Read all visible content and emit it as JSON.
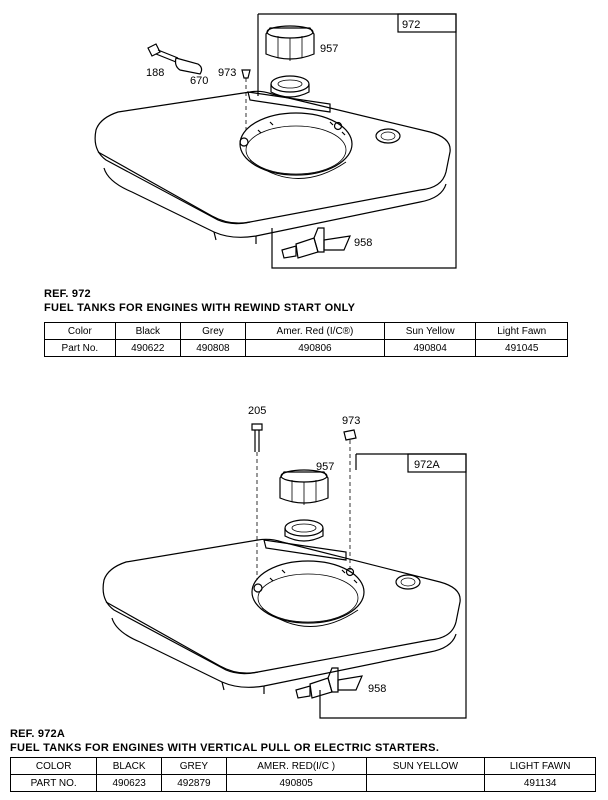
{
  "top": {
    "ref": "REF. 972",
    "title": "FUEL TANKS FOR ENGINES WITH REWIND START ONLY",
    "box_label": "972",
    "callouts": {
      "bolt": "188",
      "spacer": "670",
      "screw": "973",
      "cap": "957",
      "valve": "958"
    },
    "table": {
      "header": [
        "Color",
        "Black",
        "Grey",
        "Amer. Red (I/C®)",
        "Sun Yellow",
        "Light Fawn"
      ],
      "row": [
        "Part No.",
        "490622",
        "490808",
        "490806",
        "490804",
        "491045"
      ]
    }
  },
  "bottom": {
    "ref": "REF. 972A",
    "title": "FUEL TANKS FOR ENGINES WITH VERTICAL PULL OR ELECTRIC STARTERS.",
    "box_label": "972A",
    "callouts": {
      "bolt": "205",
      "screw": "973",
      "cap": "957",
      "valve": "958"
    },
    "table": {
      "header": [
        "COLOR",
        "BLACK",
        "GREY",
        "AMER. RED(I/C   )",
        "SUN YELLOW",
        "LIGHT FAWN"
      ],
      "row": [
        "PART NO.",
        "490623",
        "492879",
        "490805",
        "",
        "491134"
      ]
    }
  }
}
